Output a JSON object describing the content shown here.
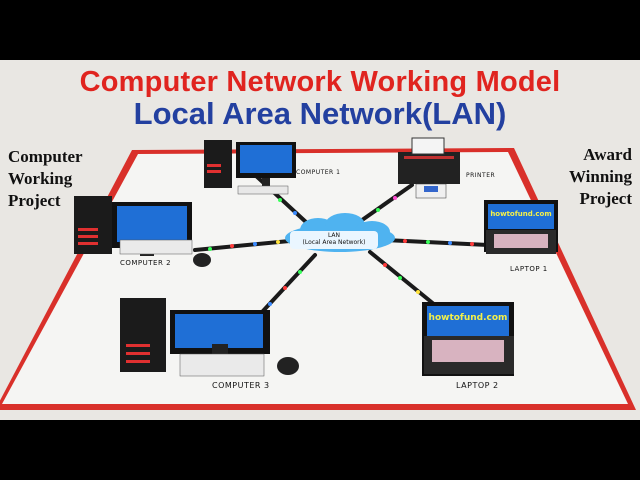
{
  "title_line1": "Computer Network Working Model",
  "title_line2": "Local Area Network(LAN)",
  "left_caption": [
    "Computer",
    "Working",
    "Project"
  ],
  "right_caption": [
    "Award",
    "Winning",
    "Project"
  ],
  "hub": {
    "line1": "LAN",
    "line2": "(Local Area Network)"
  },
  "devices": {
    "computer1": "COMPUTER 1",
    "computer2": "COMPUTER 2",
    "computer3": "COMPUTER 3",
    "printer": "PRINTER",
    "laptop1": "LAPTOP 1",
    "laptop2": "LAPTOP 2"
  },
  "laptop_screen_text": "howtofund.com",
  "colors": {
    "title_red": "#e0241f",
    "title_blue": "#2340a0",
    "board": "#f4f4f2",
    "board_border": "#d9302a",
    "screen": "#1f6fd6",
    "cloud": "#4fb3f0"
  }
}
